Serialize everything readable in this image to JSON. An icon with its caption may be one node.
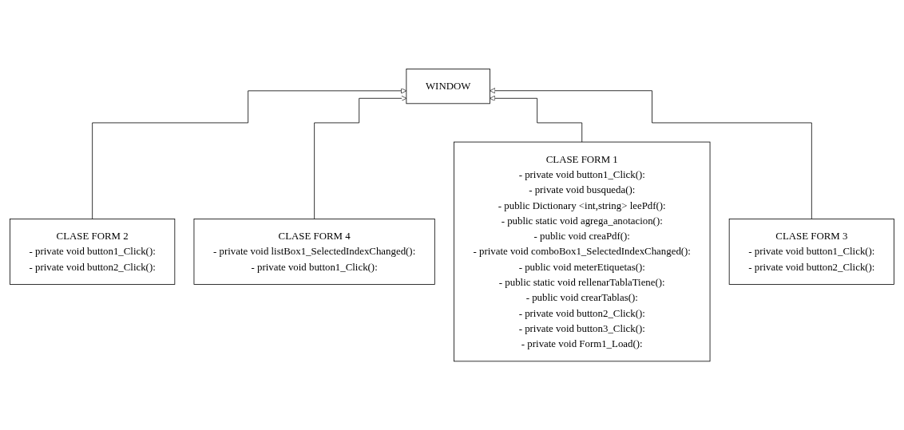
{
  "diagram": {
    "nodes": [
      {
        "text": [
          "WINDOW"
        ]
      },
      {
        "text": [
          "CLASE FORM 2",
          "- private void button1_Click():",
          "- private void button2_Click():"
        ]
      },
      {
        "text": [
          "CLASE FORM 1",
          "- private void button1_Click():",
          "- private void busqueda():",
          "- public Dictionary <int,string> leePdf():",
          "- public static void agrega_anotacion():",
          "- public void creaPdf():",
          "- private void comboBox1_SelectedIndexChanged():",
          "- public void meterEtiquetas():",
          "- public static void rellenarTablaTiene():",
          "- public void crearTablas():",
          "- private void button2_Click():",
          "- private void button3_Click():",
          "- private void Form1_Load():"
        ]
      },
      {
        "text": [
          "CLASE FORM 3",
          "- private void button1_Click():",
          "- private void button2_Click():"
        ]
      },
      {
        "text": [
          "CLASE FORM 4",
          "- private void listBox1_SelectedIndexChanged():",
          "- private void button1_Click():"
        ]
      }
    ],
    "edges": [
      {
        "from": 1,
        "to": 0,
        "arrow": "to"
      },
      {
        "from": 4,
        "to": 0,
        "arrow": "to"
      },
      {
        "from": 2,
        "to": 0,
        "arrow": "to"
      },
      {
        "from": 3,
        "to": 0,
        "arrow": "to"
      }
    ]
  }
}
